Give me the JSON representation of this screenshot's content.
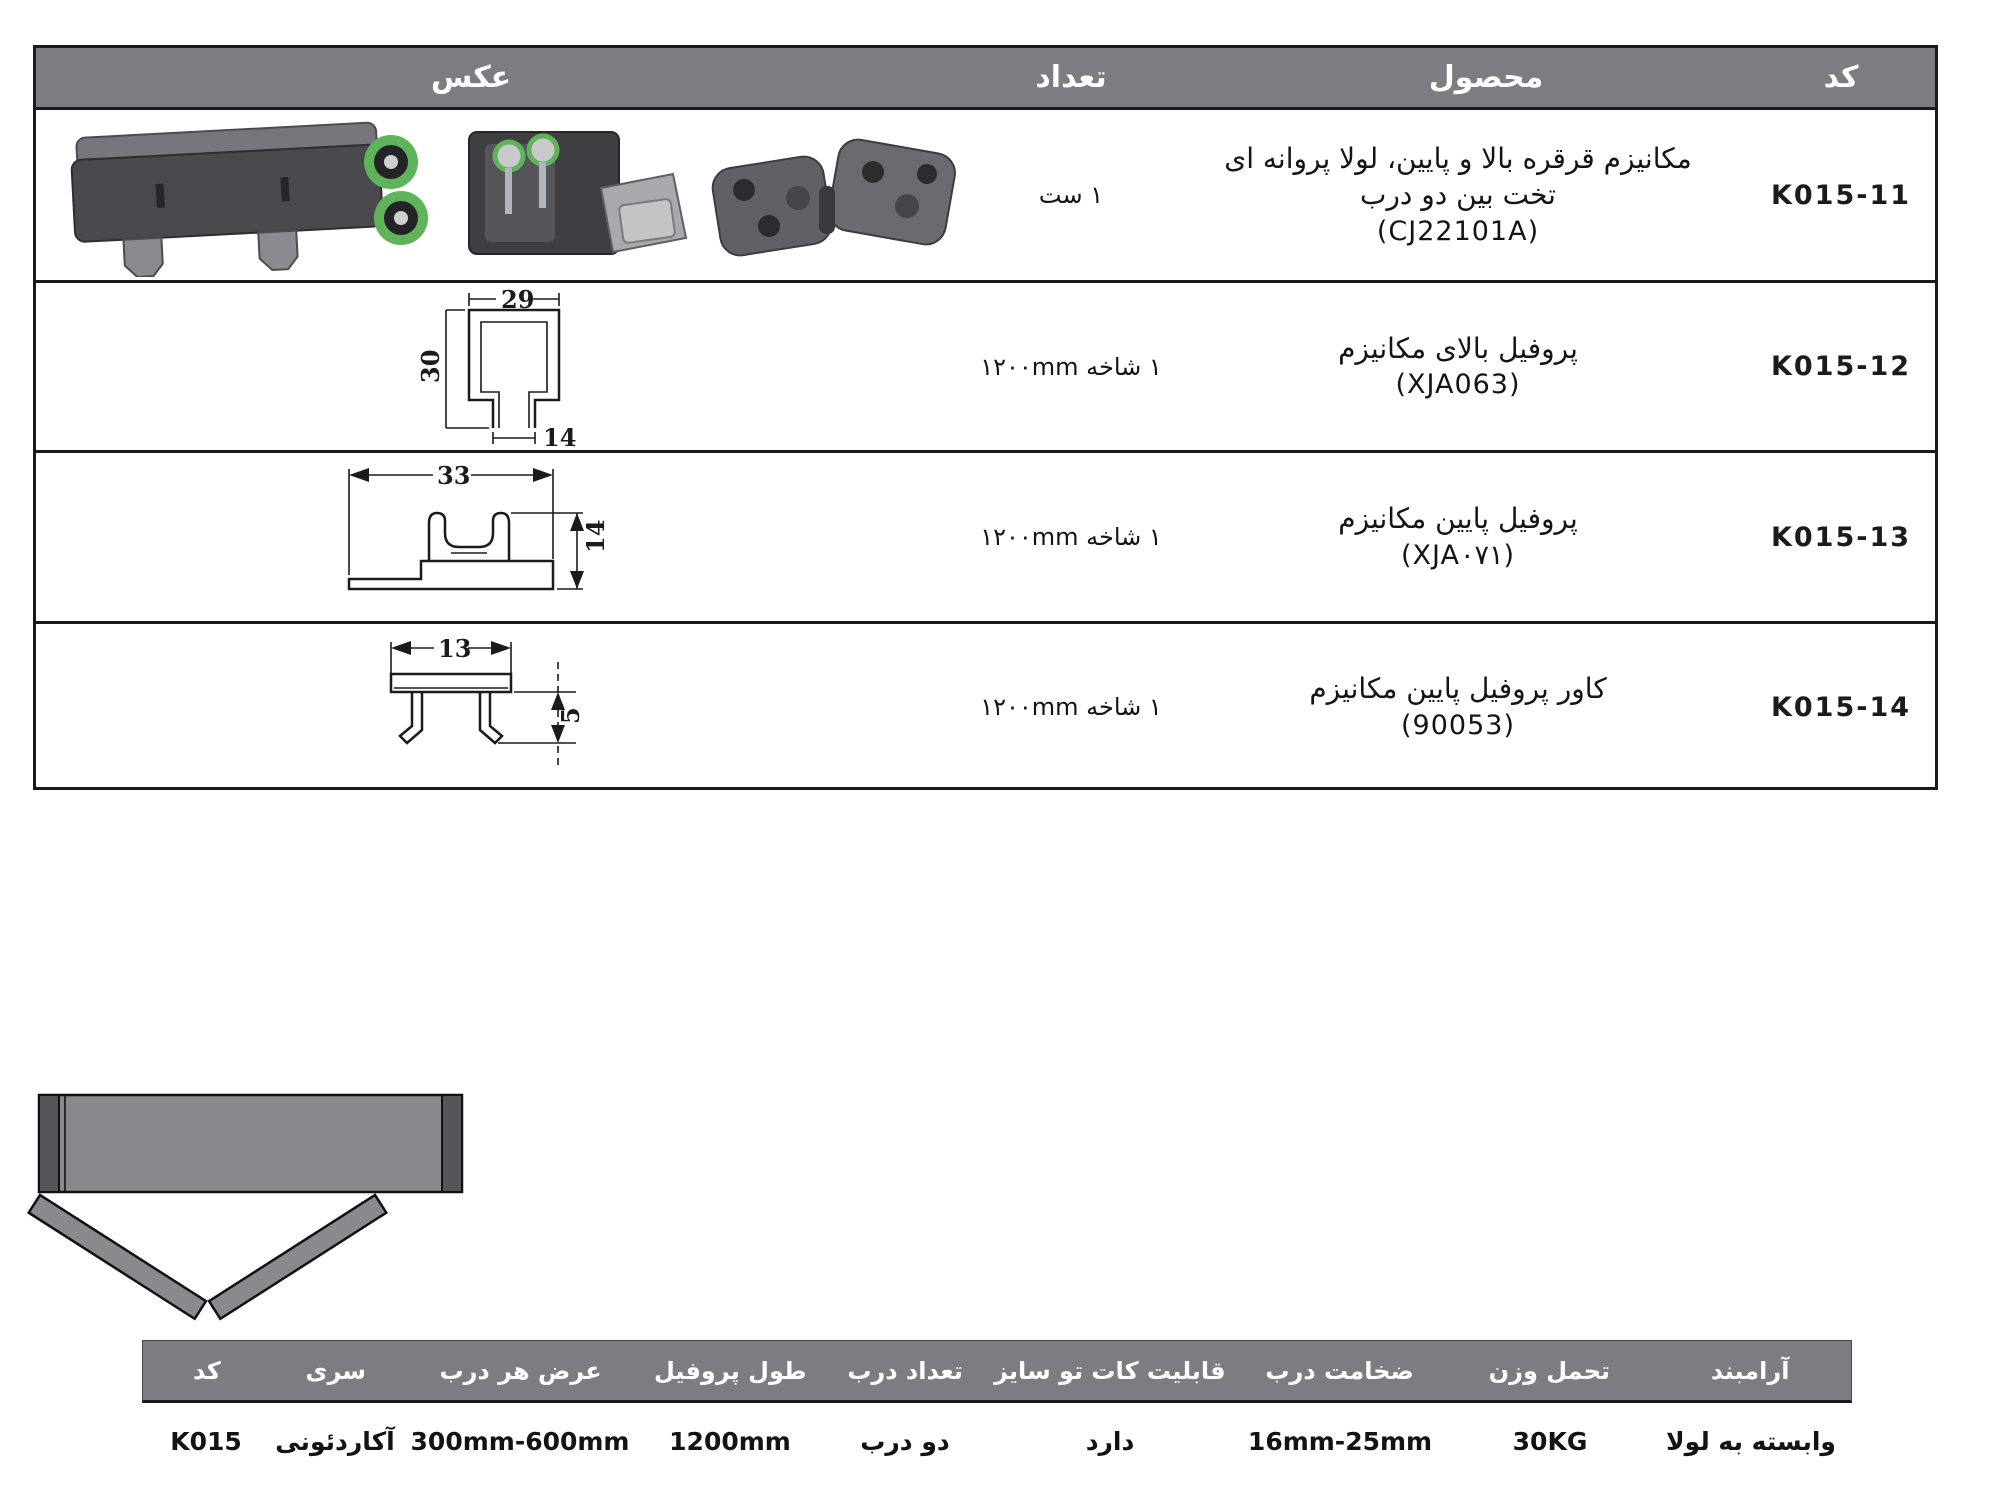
{
  "colors": {
    "table_header_bg": "#7d7c82",
    "border_black": "#1a1a1a",
    "door_gray": "#8a898e",
    "door_dark_cap": "#565559",
    "roller_green": "#5fb35a"
  },
  "main_table": {
    "headers": {
      "photo": "عکس",
      "qty": "تعداد",
      "product": "محصول",
      "code": "کد"
    },
    "rows": [
      {
        "code": "K015-11",
        "product_line1": "مکانیزم قرقره بالا و پایین، لولا پروانه ای",
        "product_line2": "تخت بین دو درب",
        "product_line3": "(CJ22101A)",
        "qty": "۱ ست"
      },
      {
        "code": "K015-12",
        "product_line1": "پروفیل بالای مکانیزم",
        "product_line2": "(XJA063)",
        "qty": "۱ شاخه ۱۲۰۰mm",
        "dims": {
          "top": "29",
          "left": "30",
          "bottom": "14"
        }
      },
      {
        "code": "K015-13",
        "product_line1": "پروفیل پایین مکانیزم",
        "product_line2": "(XJA۰۷۱)",
        "qty": "۱ شاخه ۱۲۰۰mm",
        "dims": {
          "top": "33",
          "right": "14"
        }
      },
      {
        "code": "K015-14",
        "product_line1": "کاور پروفیل پایین مکانیزم",
        "product_line2": "(90053)",
        "qty": "۱ شاخه ۱۲۰۰mm",
        "dims": {
          "top": "13",
          "right": "5"
        }
      }
    ]
  },
  "spec_table": {
    "columns": [
      {
        "label": "کد",
        "value": "K015"
      },
      {
        "label": "سری",
        "value": "آکاردئونی"
      },
      {
        "label": "عرض هر درب",
        "value": "300mm-600mm"
      },
      {
        "label": "طول پروفیل",
        "value": "1200mm"
      },
      {
        "label": "تعداد درب",
        "value": "دو درب"
      },
      {
        "label": "قابلیت کات تو سایز",
        "value": "دارد"
      },
      {
        "label": "ضخامت درب",
        "value": "16mm-25mm"
      },
      {
        "label": "تحمل وزن",
        "value": "30KG"
      },
      {
        "label": "آرامبند",
        "value": "وابسته به لولا"
      }
    ]
  }
}
